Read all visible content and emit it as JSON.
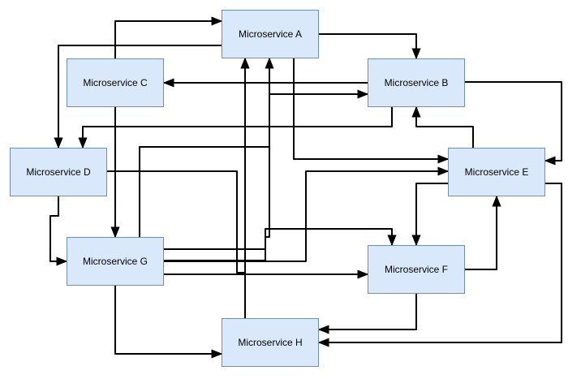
{
  "nodes": {
    "a": {
      "label": "Microservice A"
    },
    "b": {
      "label": "Microservice B"
    },
    "c": {
      "label": "Microservice C"
    },
    "d": {
      "label": "Microservice D"
    },
    "e": {
      "label": "Microservice E"
    },
    "f": {
      "label": "Microservice F"
    },
    "g": {
      "label": "Microservice G"
    },
    "h": {
      "label": "Microservice H"
    }
  },
  "edges": [
    {
      "from": "c",
      "to": "a"
    },
    {
      "from": "a",
      "to": "d"
    },
    {
      "from": "a",
      "to": "b"
    },
    {
      "from": "a",
      "to": "e"
    },
    {
      "from": "b",
      "to": "c"
    },
    {
      "from": "b",
      "to": "e"
    },
    {
      "from": "b",
      "to": "d"
    },
    {
      "from": "c",
      "to": "g"
    },
    {
      "from": "d",
      "to": "g"
    },
    {
      "from": "d",
      "to": "a"
    },
    {
      "from": "e",
      "to": "b"
    },
    {
      "from": "e",
      "to": "f"
    },
    {
      "from": "e",
      "to": "h"
    },
    {
      "from": "f",
      "to": "e"
    },
    {
      "from": "f",
      "to": "h"
    },
    {
      "from": "g",
      "to": "b"
    },
    {
      "from": "g",
      "to": "a"
    },
    {
      "from": "g",
      "to": "f"
    },
    {
      "from": "g",
      "to": "e"
    },
    {
      "from": "g",
      "to": "h"
    },
    {
      "from": "h",
      "to": "a"
    }
  ],
  "colors": {
    "node_fill": "#dae8fc",
    "node_stroke": "#6c8ebf",
    "edge": "#000000"
  }
}
